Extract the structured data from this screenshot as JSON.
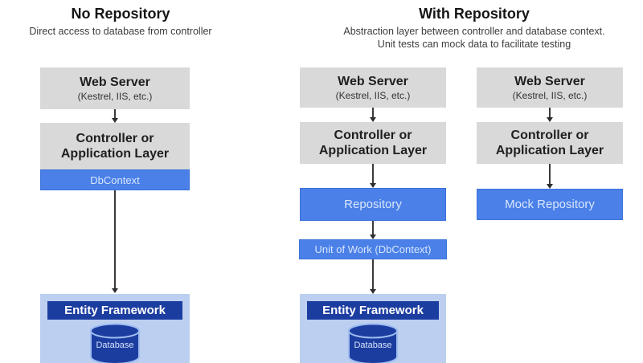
{
  "sections": {
    "no_repository": {
      "title": "No Repository",
      "subtitle": "Direct access to database from controller"
    },
    "with_repository": {
      "title": "With Repository",
      "subtitle_line1": "Abstraction layer between controller and database context.",
      "subtitle_line2": "Unit tests can mock data to facilitate testing"
    }
  },
  "columns": {
    "no_repo": {
      "web_server": {
        "title": "Web Server",
        "subtitle": "(Kestrel, IIS, etc.)"
      },
      "controller": {
        "line1": "Controller or",
        "line2": "Application Layer"
      },
      "dbcontext_label": "DbContext",
      "entity_framework_label": "Entity Framework",
      "database_label": "Database"
    },
    "with_repo": {
      "web_server": {
        "title": "Web Server",
        "subtitle": "(Kestrel, IIS, etc.)"
      },
      "controller": {
        "line1": "Controller or",
        "line2": "Application Layer"
      },
      "repository_label": "Repository",
      "unit_of_work_label": "Unit of Work (DbContext)",
      "entity_framework_label": "Entity Framework",
      "database_label": "Database"
    },
    "mock_repo": {
      "web_server": {
        "title": "Web Server",
        "subtitle": "(Kestrel, IIS, etc.)"
      },
      "controller": {
        "line1": "Controller or",
        "line2": "Application Layer"
      },
      "mock_repository_label": "Mock Repository"
    }
  },
  "colors": {
    "box_gray": "#d9d9d9",
    "accent_blue": "#4a80e8",
    "navy_blue": "#1c3da0",
    "light_blue_container": "#bccff0",
    "arrow": "#3a3a3a"
  }
}
